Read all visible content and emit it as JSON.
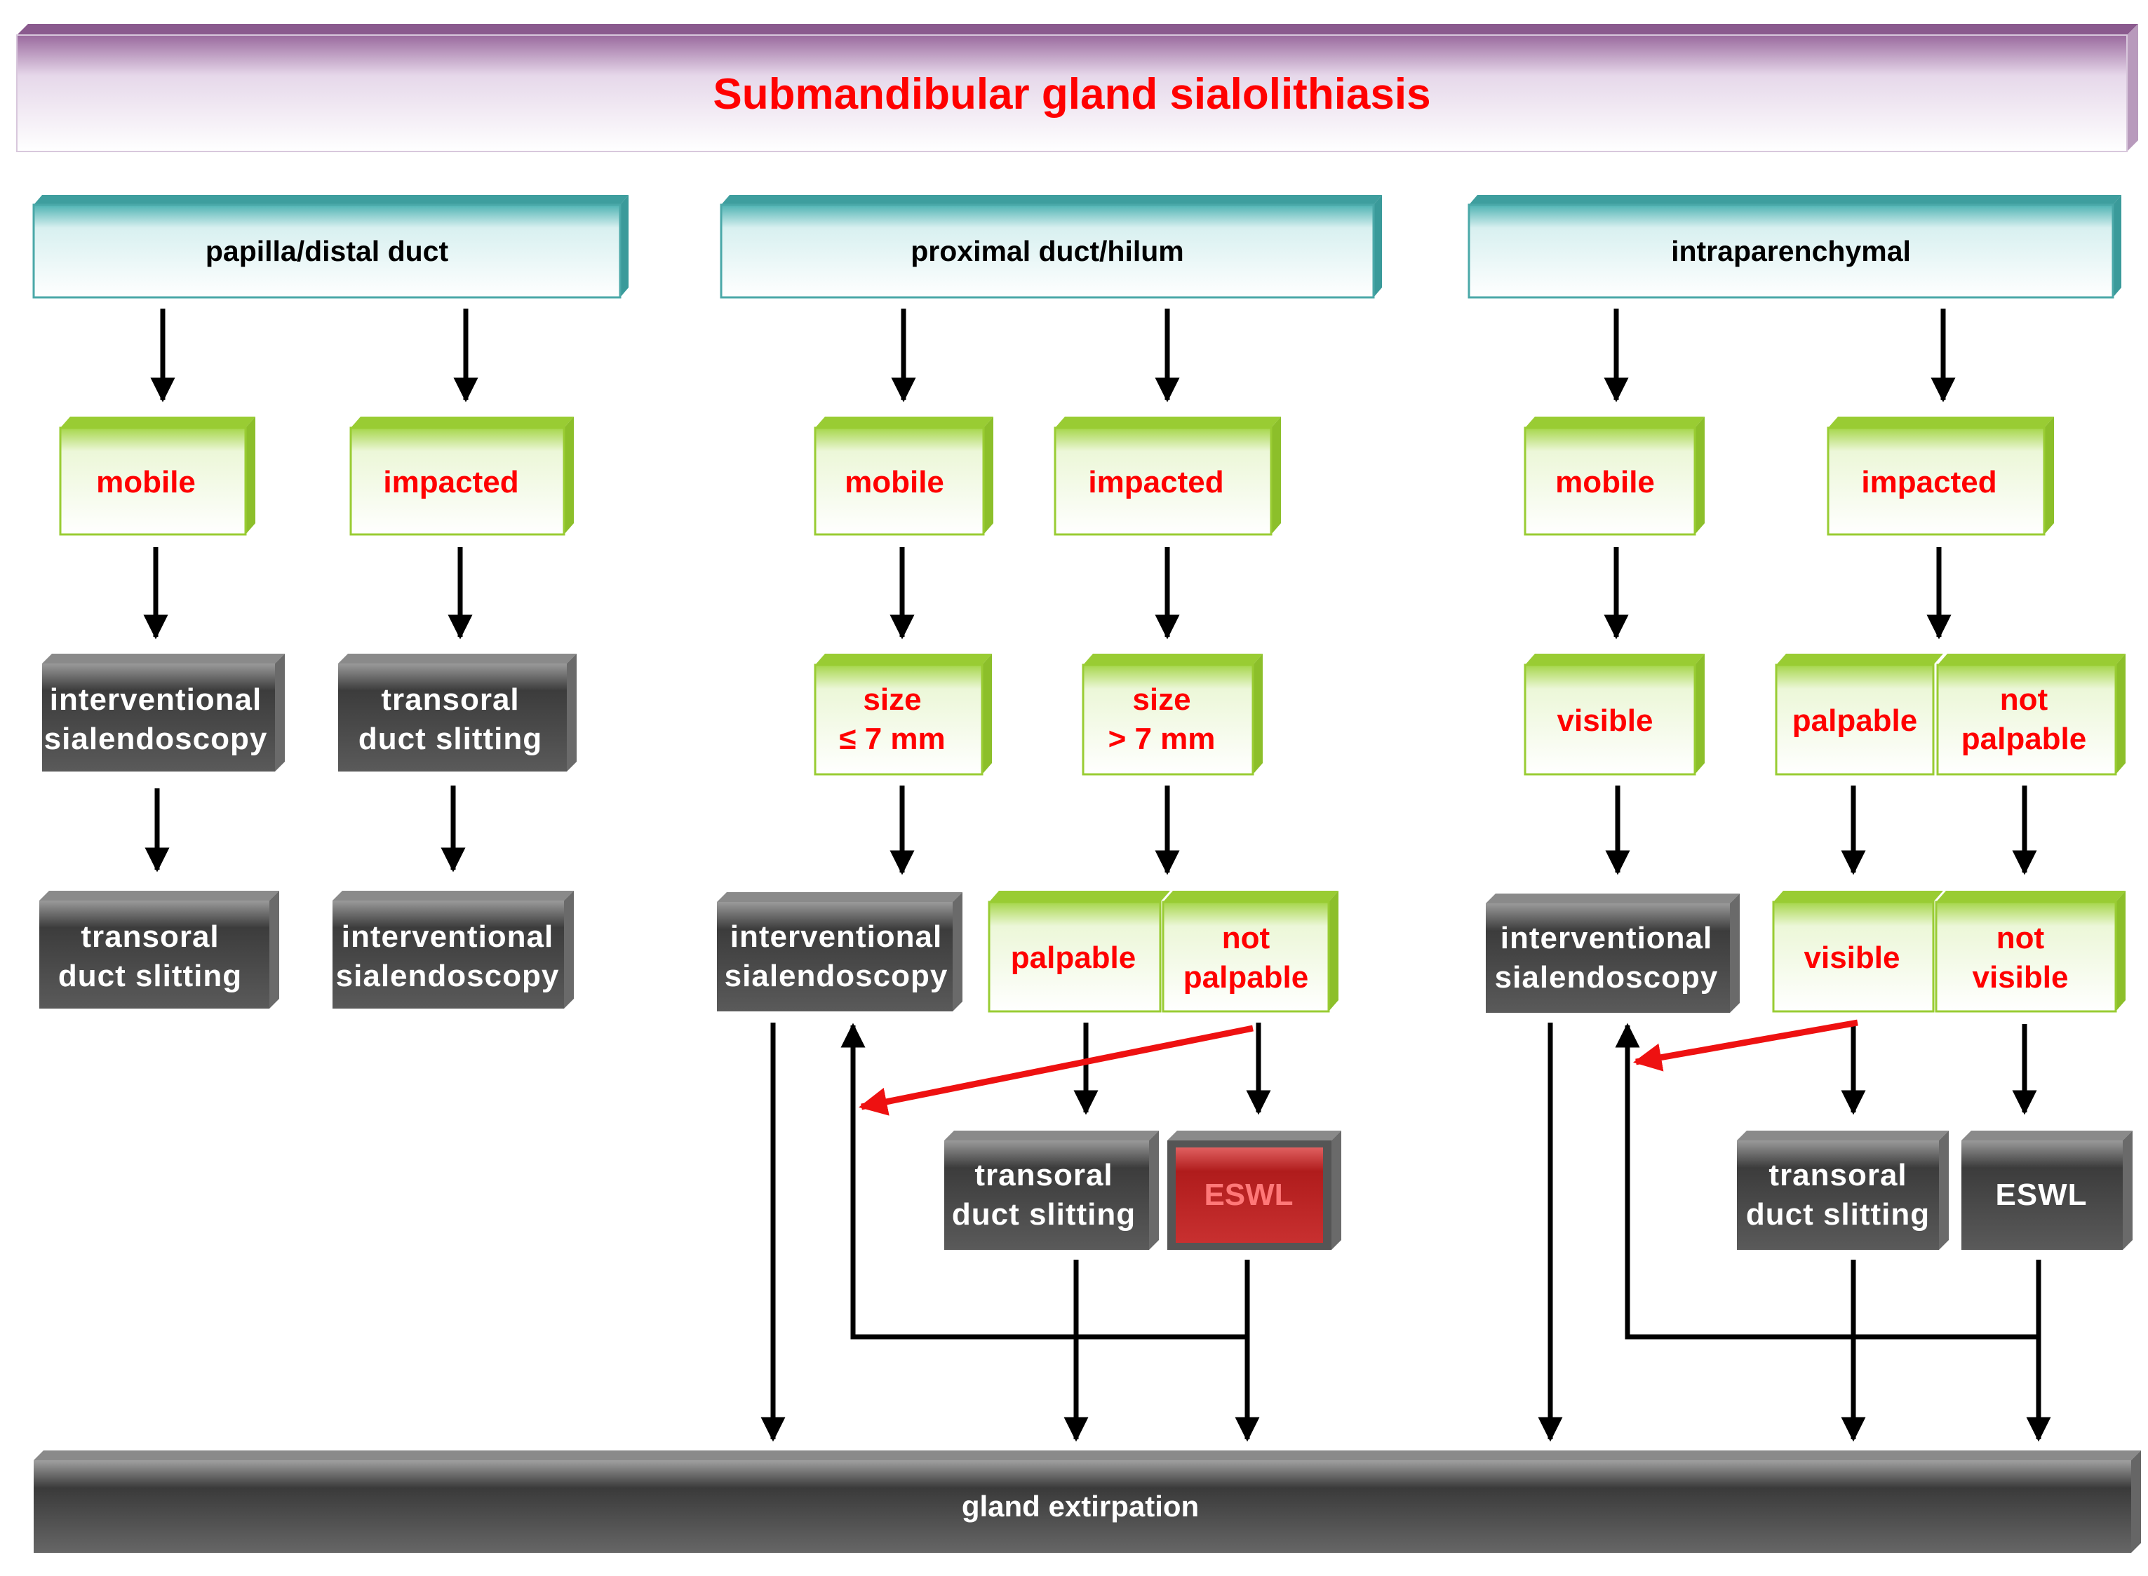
{
  "title": "Submandibular gland sialolithiasis",
  "locations": {
    "distal": "papilla/distal duct",
    "proximal": "proximal duct/hilum",
    "intra": "intraparenchymal"
  },
  "distal": {
    "mobile": "mobile",
    "impacted": "impacted",
    "mobile_step1": [
      "interventional",
      "sialendoscopy"
    ],
    "mobile_step2": [
      "transoral",
      "duct slitting"
    ],
    "impacted_step1": [
      "transoral",
      "duct slitting"
    ],
    "impacted_step2": [
      "interventional",
      "sialendoscopy"
    ]
  },
  "proximal": {
    "mobile": "mobile",
    "impacted": "impacted",
    "size_small": [
      "size",
      "≤ 7 mm"
    ],
    "size_large": [
      "size",
      "> 7 mm"
    ],
    "sialendoscopy": [
      "interventional",
      "sialendoscopy"
    ],
    "palpable": "palpable",
    "not_palpable": [
      "not",
      "palpable"
    ],
    "slitting": [
      "transoral",
      "duct slitting"
    ],
    "eswl": "ESWL"
  },
  "intra": {
    "mobile": "mobile",
    "impacted": "impacted",
    "visible": "visible",
    "palpable": "palpable",
    "not_palpable": [
      "not",
      "palpable"
    ],
    "sialendoscopy": [
      "interventional",
      "sialendoscopy"
    ],
    "visible2": "visible",
    "not_visible": [
      "not",
      "visible"
    ],
    "slitting": [
      "transoral",
      "duct slitting"
    ],
    "eswl": "ESWL"
  },
  "bottom": "gland extirpation",
  "colors": {
    "title_text": "#ff0000",
    "green_border": "#99cc33",
    "teal_border": "#4aa8a8",
    "gray_box": "#4a4a4a",
    "eswl_red": "#b22222",
    "red_arrow": "#ee1111"
  }
}
